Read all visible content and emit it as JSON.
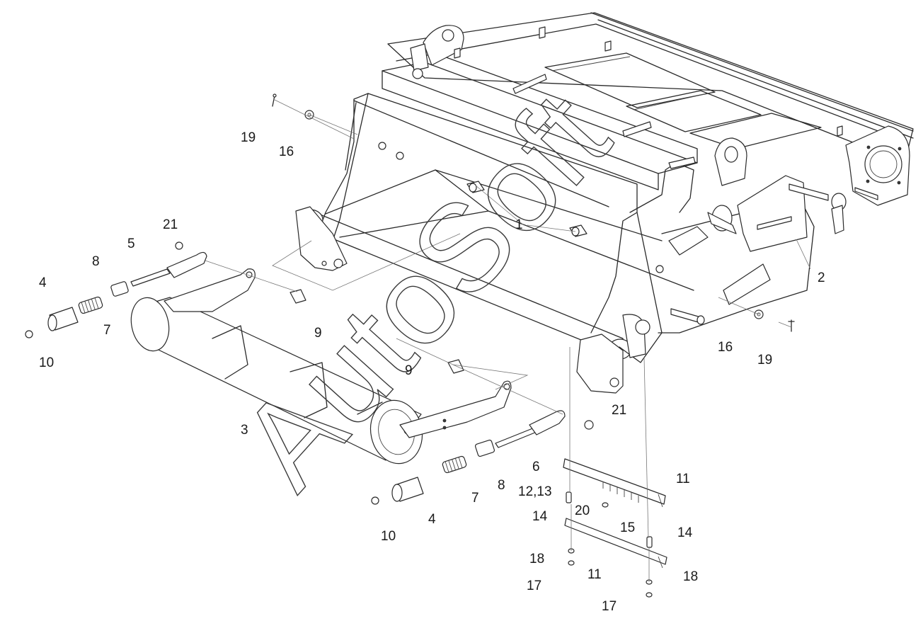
{
  "watermark": "AutoSoft",
  "callouts": [
    {
      "text": "1"
    },
    {
      "text": "2"
    },
    {
      "text": "3"
    },
    {
      "text": "4"
    },
    {
      "text": "4"
    },
    {
      "text": "5"
    },
    {
      "text": "6"
    },
    {
      "text": "7"
    },
    {
      "text": "7"
    },
    {
      "text": "8"
    },
    {
      "text": "8"
    },
    {
      "text": "9"
    },
    {
      "text": "9"
    },
    {
      "text": "10"
    },
    {
      "text": "10"
    },
    {
      "text": "11"
    },
    {
      "text": "11"
    },
    {
      "text": "12,13"
    },
    {
      "text": "14"
    },
    {
      "text": "14"
    },
    {
      "text": "15"
    },
    {
      "text": "16"
    },
    {
      "text": "16"
    },
    {
      "text": "17"
    },
    {
      "text": "17"
    },
    {
      "text": "18"
    },
    {
      "text": "18"
    },
    {
      "text": "19"
    },
    {
      "text": "19"
    },
    {
      "text": "20"
    },
    {
      "text": "21"
    },
    {
      "text": "21"
    }
  ]
}
